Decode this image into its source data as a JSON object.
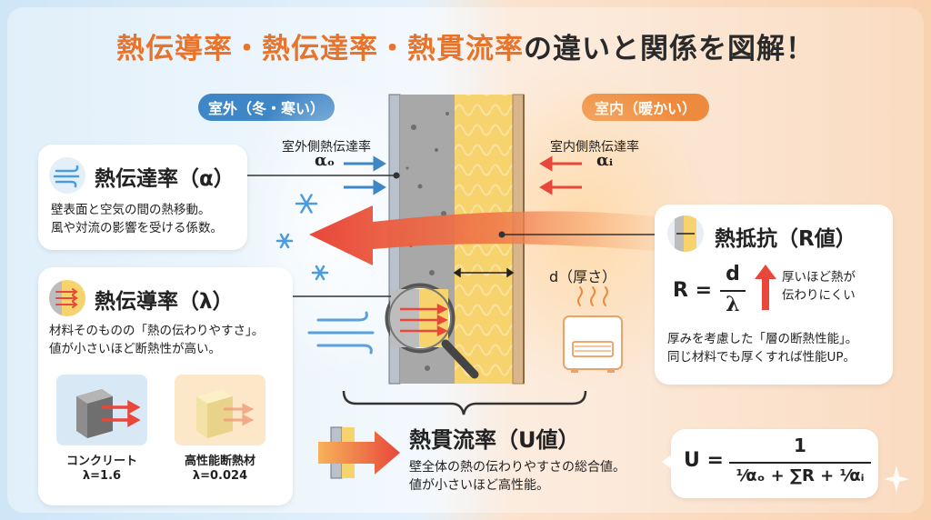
{
  "title": {
    "part1": "熱伝導率・熱伝達率・熱貫流率",
    "part2": "の違いと関係を図解！"
  },
  "outdoor_pill": "室外（冬・寒い）",
  "indoor_pill": "室内（暖かい）",
  "outdoor_coef": {
    "label": "室外側熱伝達率",
    "symbol": "αₒ"
  },
  "indoor_coef": {
    "label": "室内側熱伝達率",
    "symbol": "αᵢ"
  },
  "thickness_label": "d（厚さ）",
  "convection_card": {
    "title": "熱伝達率（α）",
    "line1": "壁表面と空気の間の熱移動。",
    "line2": "風や対流の影響を受ける係数。"
  },
  "conduction_card": {
    "title": "熱伝導率（λ）",
    "line1": "材料そのものの「熱の伝わりやすさ」。",
    "line2": "値が小さいほど断熱性が高い。",
    "concrete": {
      "name": "コンクリート",
      "value": "λ=1.6"
    },
    "insulation": {
      "name": "高性能断熱材",
      "value": "λ=0.024"
    }
  },
  "resistance_card": {
    "title": "熱抵抗（R値）",
    "formula_lhs": "R =",
    "formula_num": "d",
    "formula_den": "λ",
    "note1": "厚いほど熱が",
    "note2": "伝わりにくい",
    "line1": "厚みを考慮した「層の断熱性能」。",
    "line2": "同じ材料でも厚くすれば性能UP。"
  },
  "transmittance": {
    "title": "熱貫流率（U値）",
    "line1": "壁全体の熱の伝わりやすさの総合値。",
    "line2": "値が小さいほど高性能。"
  },
  "u_formula": {
    "lhs": "U =",
    "numerator": "1",
    "denominator": "¹⁄αₒ + ∑R + ¹⁄αᵢ"
  },
  "colors": {
    "accent_orange": "#e8732a",
    "outdoor_blue": "#3f86c6",
    "indoor_orange": "#ee8a3d",
    "heat_red": "#e8473a",
    "insulation_yellow": "#f7d36e"
  }
}
